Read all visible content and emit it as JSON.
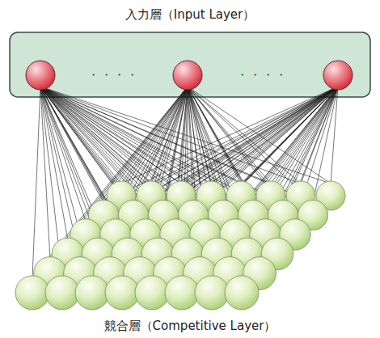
{
  "diagram": {
    "title": "入力層（Input Layer）",
    "caption": "競合層（Competitive Layer）",
    "labels": [
      "・・・・",
      "・・・・"
    ]
  }
}
